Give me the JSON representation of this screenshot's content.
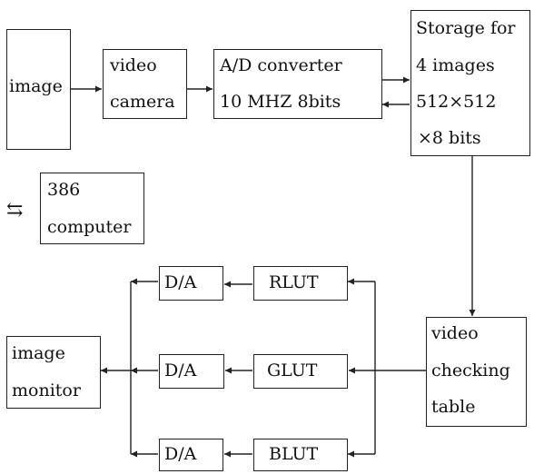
{
  "blocks": {
    "image": "image",
    "video_camera": [
      "video",
      "camera"
    ],
    "ad_converter": [
      "A/D converter",
      "10 MHZ 8bits"
    ],
    "storage": [
      "Storage for",
      "4 images",
      "512×512",
      "×8 bits"
    ],
    "computer": [
      "386",
      "computer"
    ],
    "video_checking_table": [
      "video",
      "checking",
      "table"
    ],
    "image_monitor": [
      "image",
      "monitor"
    ],
    "da_top": "D/A",
    "da_mid": "D/A",
    "da_bot": "D/A",
    "rlut": "RLUT",
    "glut": "GLUT",
    "blut": "BLUT"
  },
  "symbols": {
    "bidirectional": "⇆"
  }
}
